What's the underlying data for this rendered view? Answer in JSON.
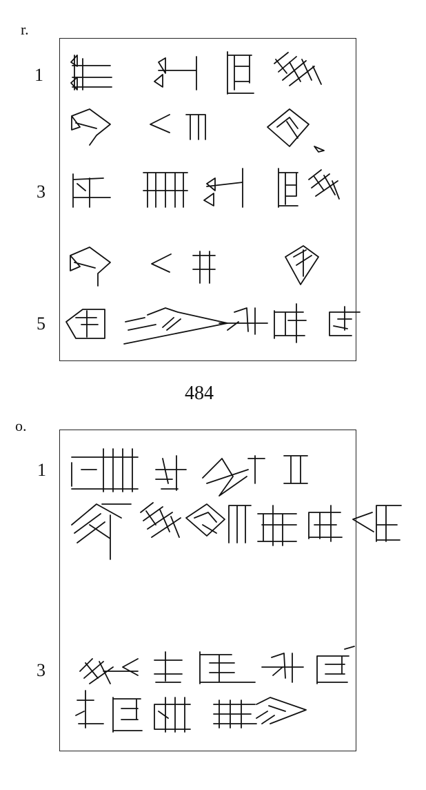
{
  "sections": {
    "reverse": {
      "side_label": "r.",
      "line_numbers": [
        "1",
        "3",
        "5"
      ]
    },
    "catalog_number": "484",
    "obverse": {
      "side_label": "o.",
      "line_numbers": [
        "1",
        "3"
      ]
    }
  }
}
